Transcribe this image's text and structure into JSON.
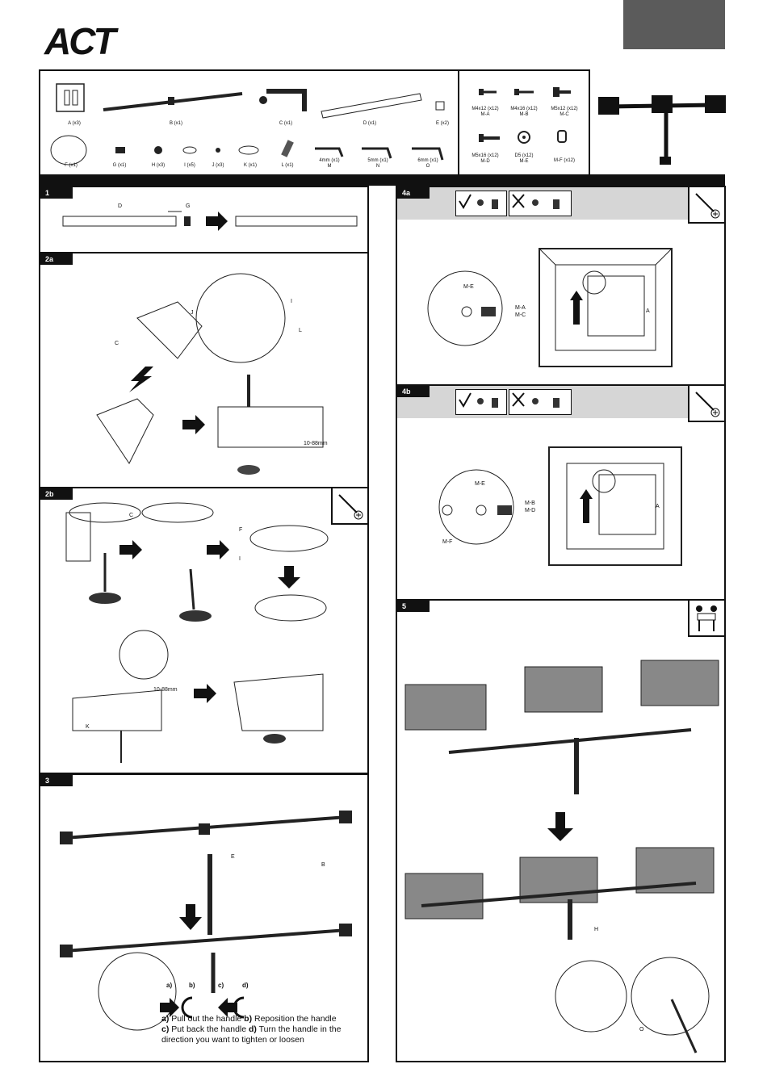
{
  "brand": {
    "logo": "ACT"
  },
  "parts": {
    "row1": [
      {
        "label": "A (x3)"
      },
      {
        "label": "B (x1)"
      },
      {
        "label": "C (x1)"
      },
      {
        "label": "D (x1)"
      },
      {
        "label": "E (x2)"
      }
    ],
    "row2": [
      {
        "label": "F (x1)"
      },
      {
        "label": "G (x1)"
      },
      {
        "label": "H (x3)"
      },
      {
        "label": "I (x5)"
      },
      {
        "label": "J (x3)"
      },
      {
        "label": "K (x1)"
      },
      {
        "label": "L (x1)"
      },
      {
        "label": "4mm (x1)",
        "sub": "M"
      },
      {
        "label": "5mm (x1)",
        "sub": "N"
      },
      {
        "label": "6mm (x1)",
        "sub": "O"
      }
    ],
    "screws": [
      {
        "label": "M4x12 (x12)",
        "sub": "M-A"
      },
      {
        "label": "M4x16 (x12)",
        "sub": "M-B"
      },
      {
        "label": "M5x12 (x12)",
        "sub": "M-C"
      },
      {
        "label": "M5x16 (x12)",
        "sub": "M-D"
      },
      {
        "label": "D5 (x12)",
        "sub": "M-E"
      },
      {
        "label": "M-F (x12)",
        "sub": ""
      }
    ]
  },
  "steps": {
    "s1": {
      "num": "1",
      "labels": {
        "d": "D",
        "g": "G"
      }
    },
    "s2a": {
      "num": "2a",
      "labels": {
        "j": "J",
        "i": "I",
        "c": "C",
        "l": "L",
        "range": "10-88mm"
      }
    },
    "s2b": {
      "num": "2b",
      "labels": {
        "c": "C",
        "f": "F",
        "i": "I",
        "k": "K",
        "range": "10-88mm"
      }
    },
    "s3": {
      "num": "3",
      "labels": {
        "e": "E",
        "b": "B",
        "a": "a)",
        "bb": "b)",
        "c": "c)",
        "d": "d)"
      },
      "caption": {
        "l1a": "a)",
        "l1b": " Pull out the handle  ",
        "l1c": "b)",
        "l1d": " Reposition the handle",
        "l2a": "c)",
        "l2b": " Put back the handle  ",
        "l2c": "d)",
        "l2d": " Turn the handle in the",
        "l3": "direction you want to tighten or loosen"
      }
    },
    "s4a": {
      "num": "4a",
      "labels": {
        "me": "M-E",
        "ma": "M-A",
        "mc": "M-C",
        "a": "A"
      }
    },
    "s4b": {
      "num": "4b",
      "labels": {
        "me": "M-E",
        "mb": "M-B",
        "md": "M-D",
        "mf": "M-F",
        "a": "A"
      }
    },
    "s5": {
      "num": "5",
      "labels": {
        "h": "H",
        "o": "O"
      }
    }
  }
}
